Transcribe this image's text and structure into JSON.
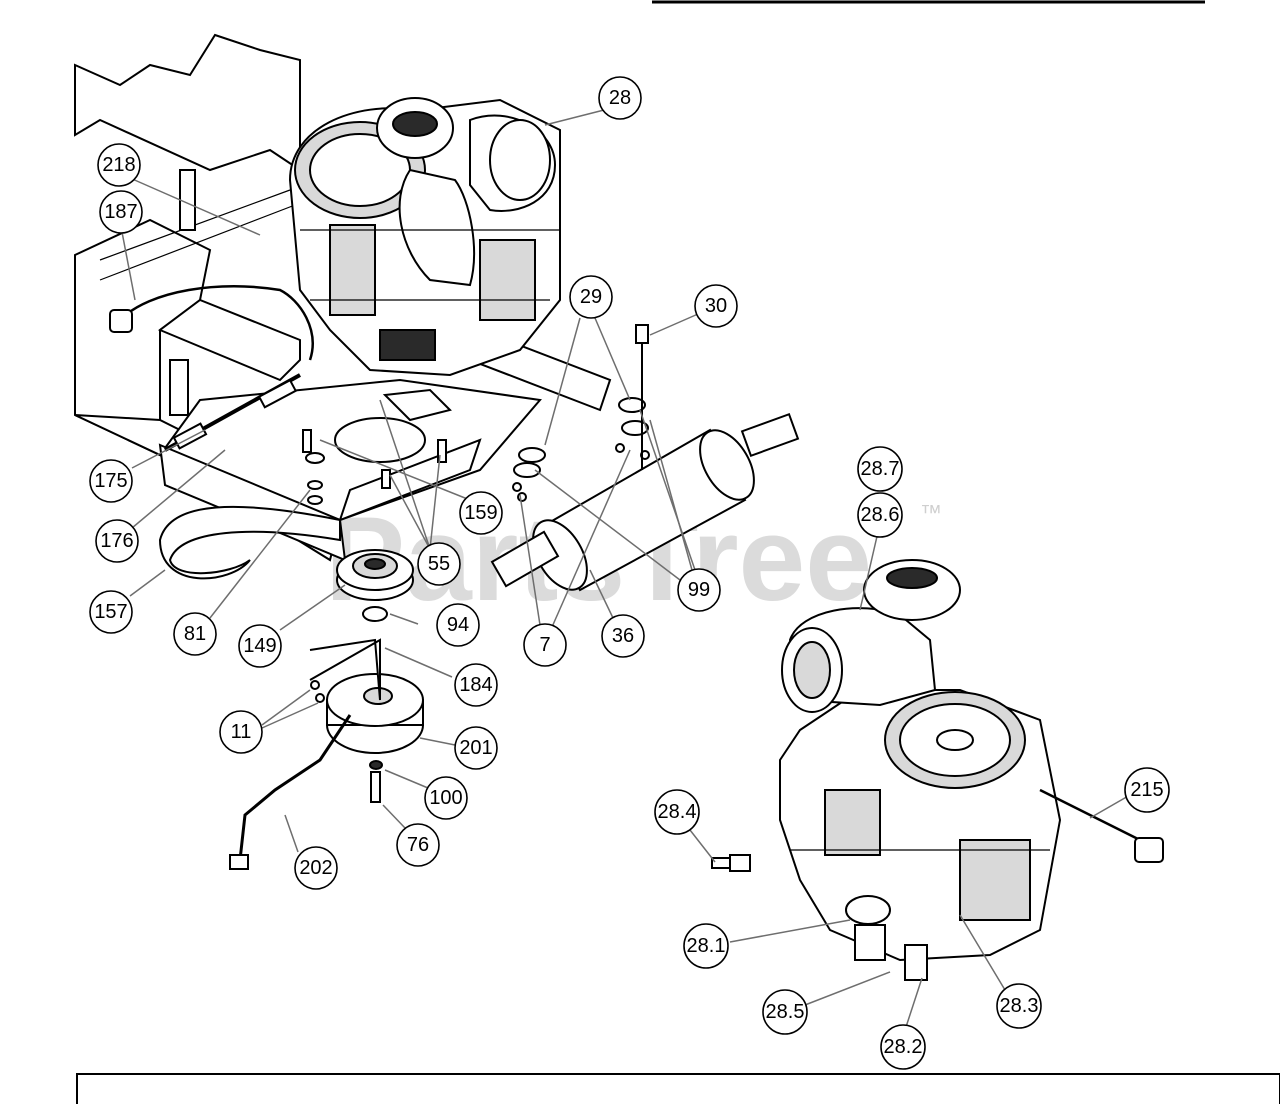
{
  "watermark": {
    "text": "PartsTree",
    "trademark": "™"
  },
  "callouts": {
    "c28": "28",
    "c218": "218",
    "c187": "187",
    "c29": "29",
    "c30": "30",
    "c175": "175",
    "c176": "176",
    "c157": "157",
    "c81": "81",
    "c149": "149",
    "c55": "55",
    "c159": "159",
    "c94": "94",
    "c7": "7",
    "c36": "36",
    "c99": "99",
    "c184": "184",
    "c11": "11",
    "c201": "201",
    "c100": "100",
    "c76": "76",
    "c202": "202",
    "c28_7": "28.7",
    "c28_6": "28.6",
    "c215": "215",
    "c28_4": "28.4",
    "c28_1": "28.1",
    "c28_5": "28.5",
    "c28_2": "28.2",
    "c28_3": "28.3"
  }
}
